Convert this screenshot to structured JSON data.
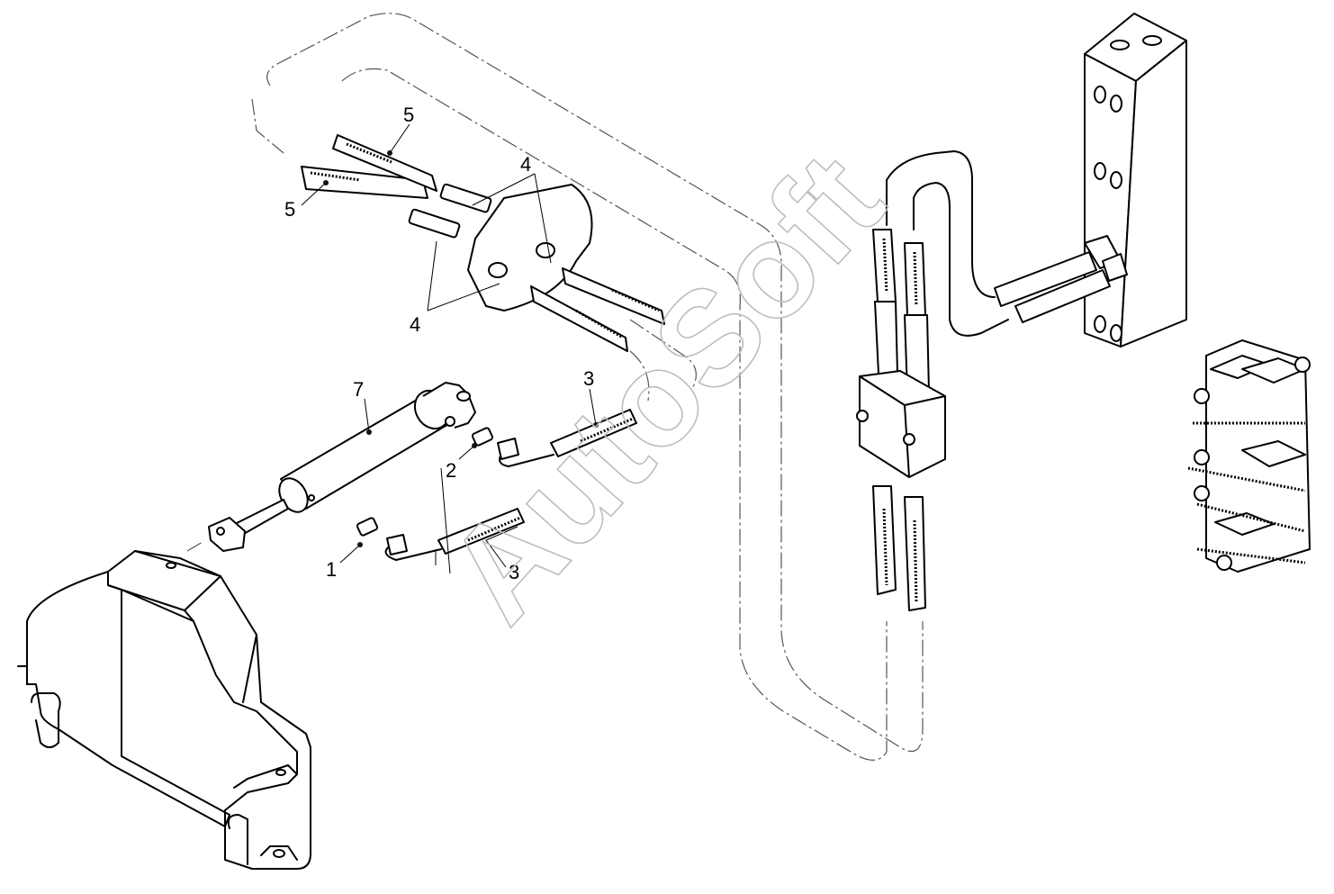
{
  "watermark": "AutoSoft",
  "callouts": [
    "1",
    "2",
    "3",
    "3",
    "4",
    "4",
    "5",
    "5",
    "7"
  ],
  "colors": {
    "line": "#000000",
    "background": "#ffffff",
    "watermark": "#bdbdbd"
  }
}
